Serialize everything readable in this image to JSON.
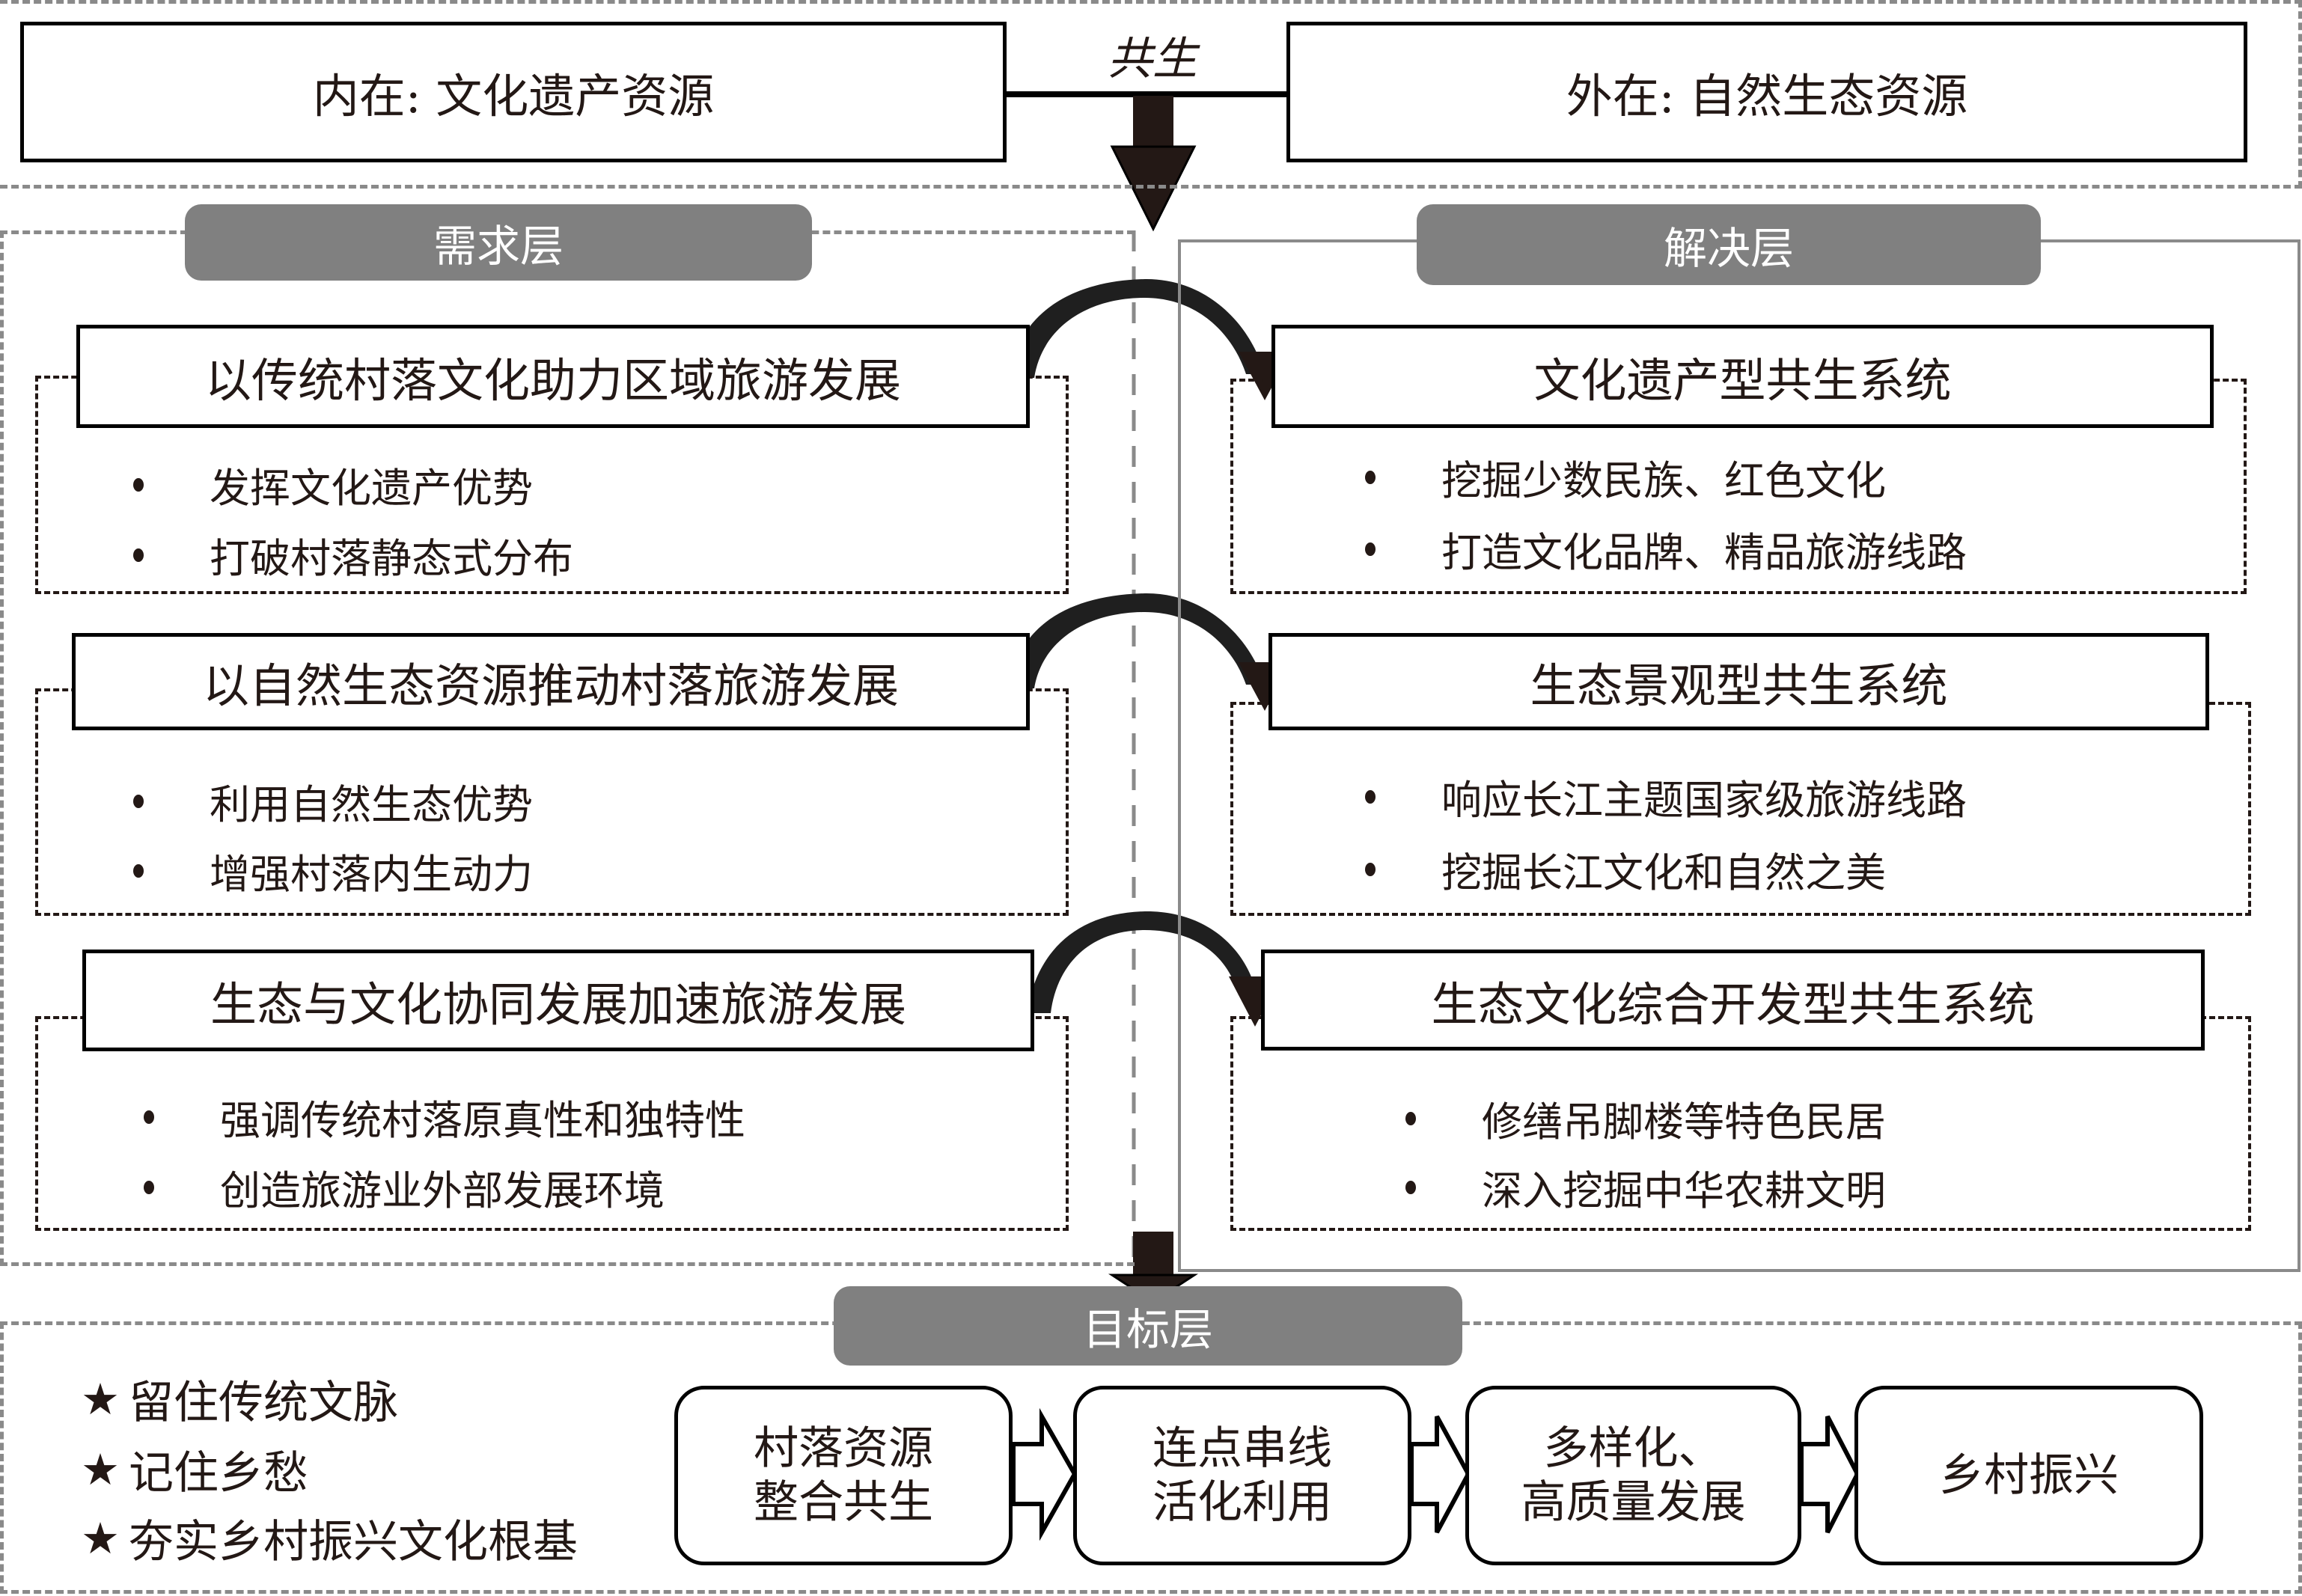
{
  "top": {
    "inner_label": "内在: 文化遗产资源",
    "outer_label": "外在: 自然生态资源",
    "link_label": "共生"
  },
  "demand_layer": {
    "title": "需求层",
    "groups": [
      {
        "heading": "以传统村落文化助力区域旅游发展",
        "bullets": [
          "发挥文化遗产优势",
          "打破村落静态式分布"
        ]
      },
      {
        "heading": "以自然生态资源推动村落旅游发展",
        "bullets": [
          "利用自然生态优势",
          "增强村落内生动力"
        ]
      },
      {
        "heading": "生态与文化协同发展加速旅游发展",
        "bullets": [
          "强调传统村落原真性和独特性",
          "创造旅游业外部发展环境"
        ]
      }
    ]
  },
  "solution_layer": {
    "title": "解决层",
    "groups": [
      {
        "heading": "文化遗产型共生系统",
        "bullets": [
          "挖掘少数民族、红色文化",
          "打造文化品牌、精品旅游线路"
        ]
      },
      {
        "heading": "生态景观型共生系统",
        "bullets": [
          "响应长江主题国家级旅游线路",
          "挖掘长江文化和自然之美"
        ]
      },
      {
        "heading": "生态文化综合开发型共生系统",
        "bullets": [
          "修缮吊脚楼等特色民居",
          "深入挖掘中华农耕文明"
        ]
      }
    ]
  },
  "goal_layer": {
    "title": "目标层",
    "star_symbol": "★",
    "goals": [
      "留住传统文脉",
      "记住乡愁",
      "夯实乡村振兴文化根基"
    ],
    "flow": [
      {
        "lines": [
          "村落资源",
          "整合共生"
        ]
      },
      {
        "lines": [
          "连点串线",
          "活化利用"
        ]
      },
      {
        "lines": [
          "多样化、",
          "高质量发展"
        ]
      },
      {
        "lines": [
          "乡村振兴"
        ]
      }
    ]
  },
  "colors": {
    "pill": "#808080",
    "dash_gray": "#8a8a8a",
    "ink": "#231815"
  }
}
